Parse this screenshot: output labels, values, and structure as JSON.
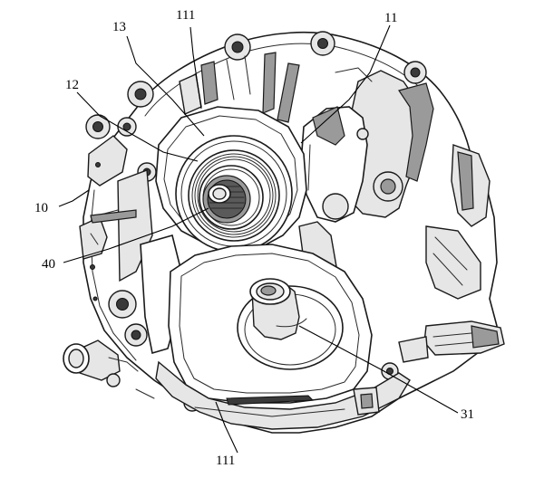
{
  "labels": [
    {
      "id": "label-13",
      "text": "13"
    },
    {
      "id": "label-111-top",
      "text": "111"
    },
    {
      "id": "label-11",
      "text": "11"
    },
    {
      "id": "label-12",
      "text": "12"
    },
    {
      "id": "label-10",
      "text": "10"
    },
    {
      "id": "label-40",
      "text": "40"
    },
    {
      "id": "label-31",
      "text": "31"
    },
    {
      "id": "label-111-bottom",
      "text": "111"
    }
  ]
}
